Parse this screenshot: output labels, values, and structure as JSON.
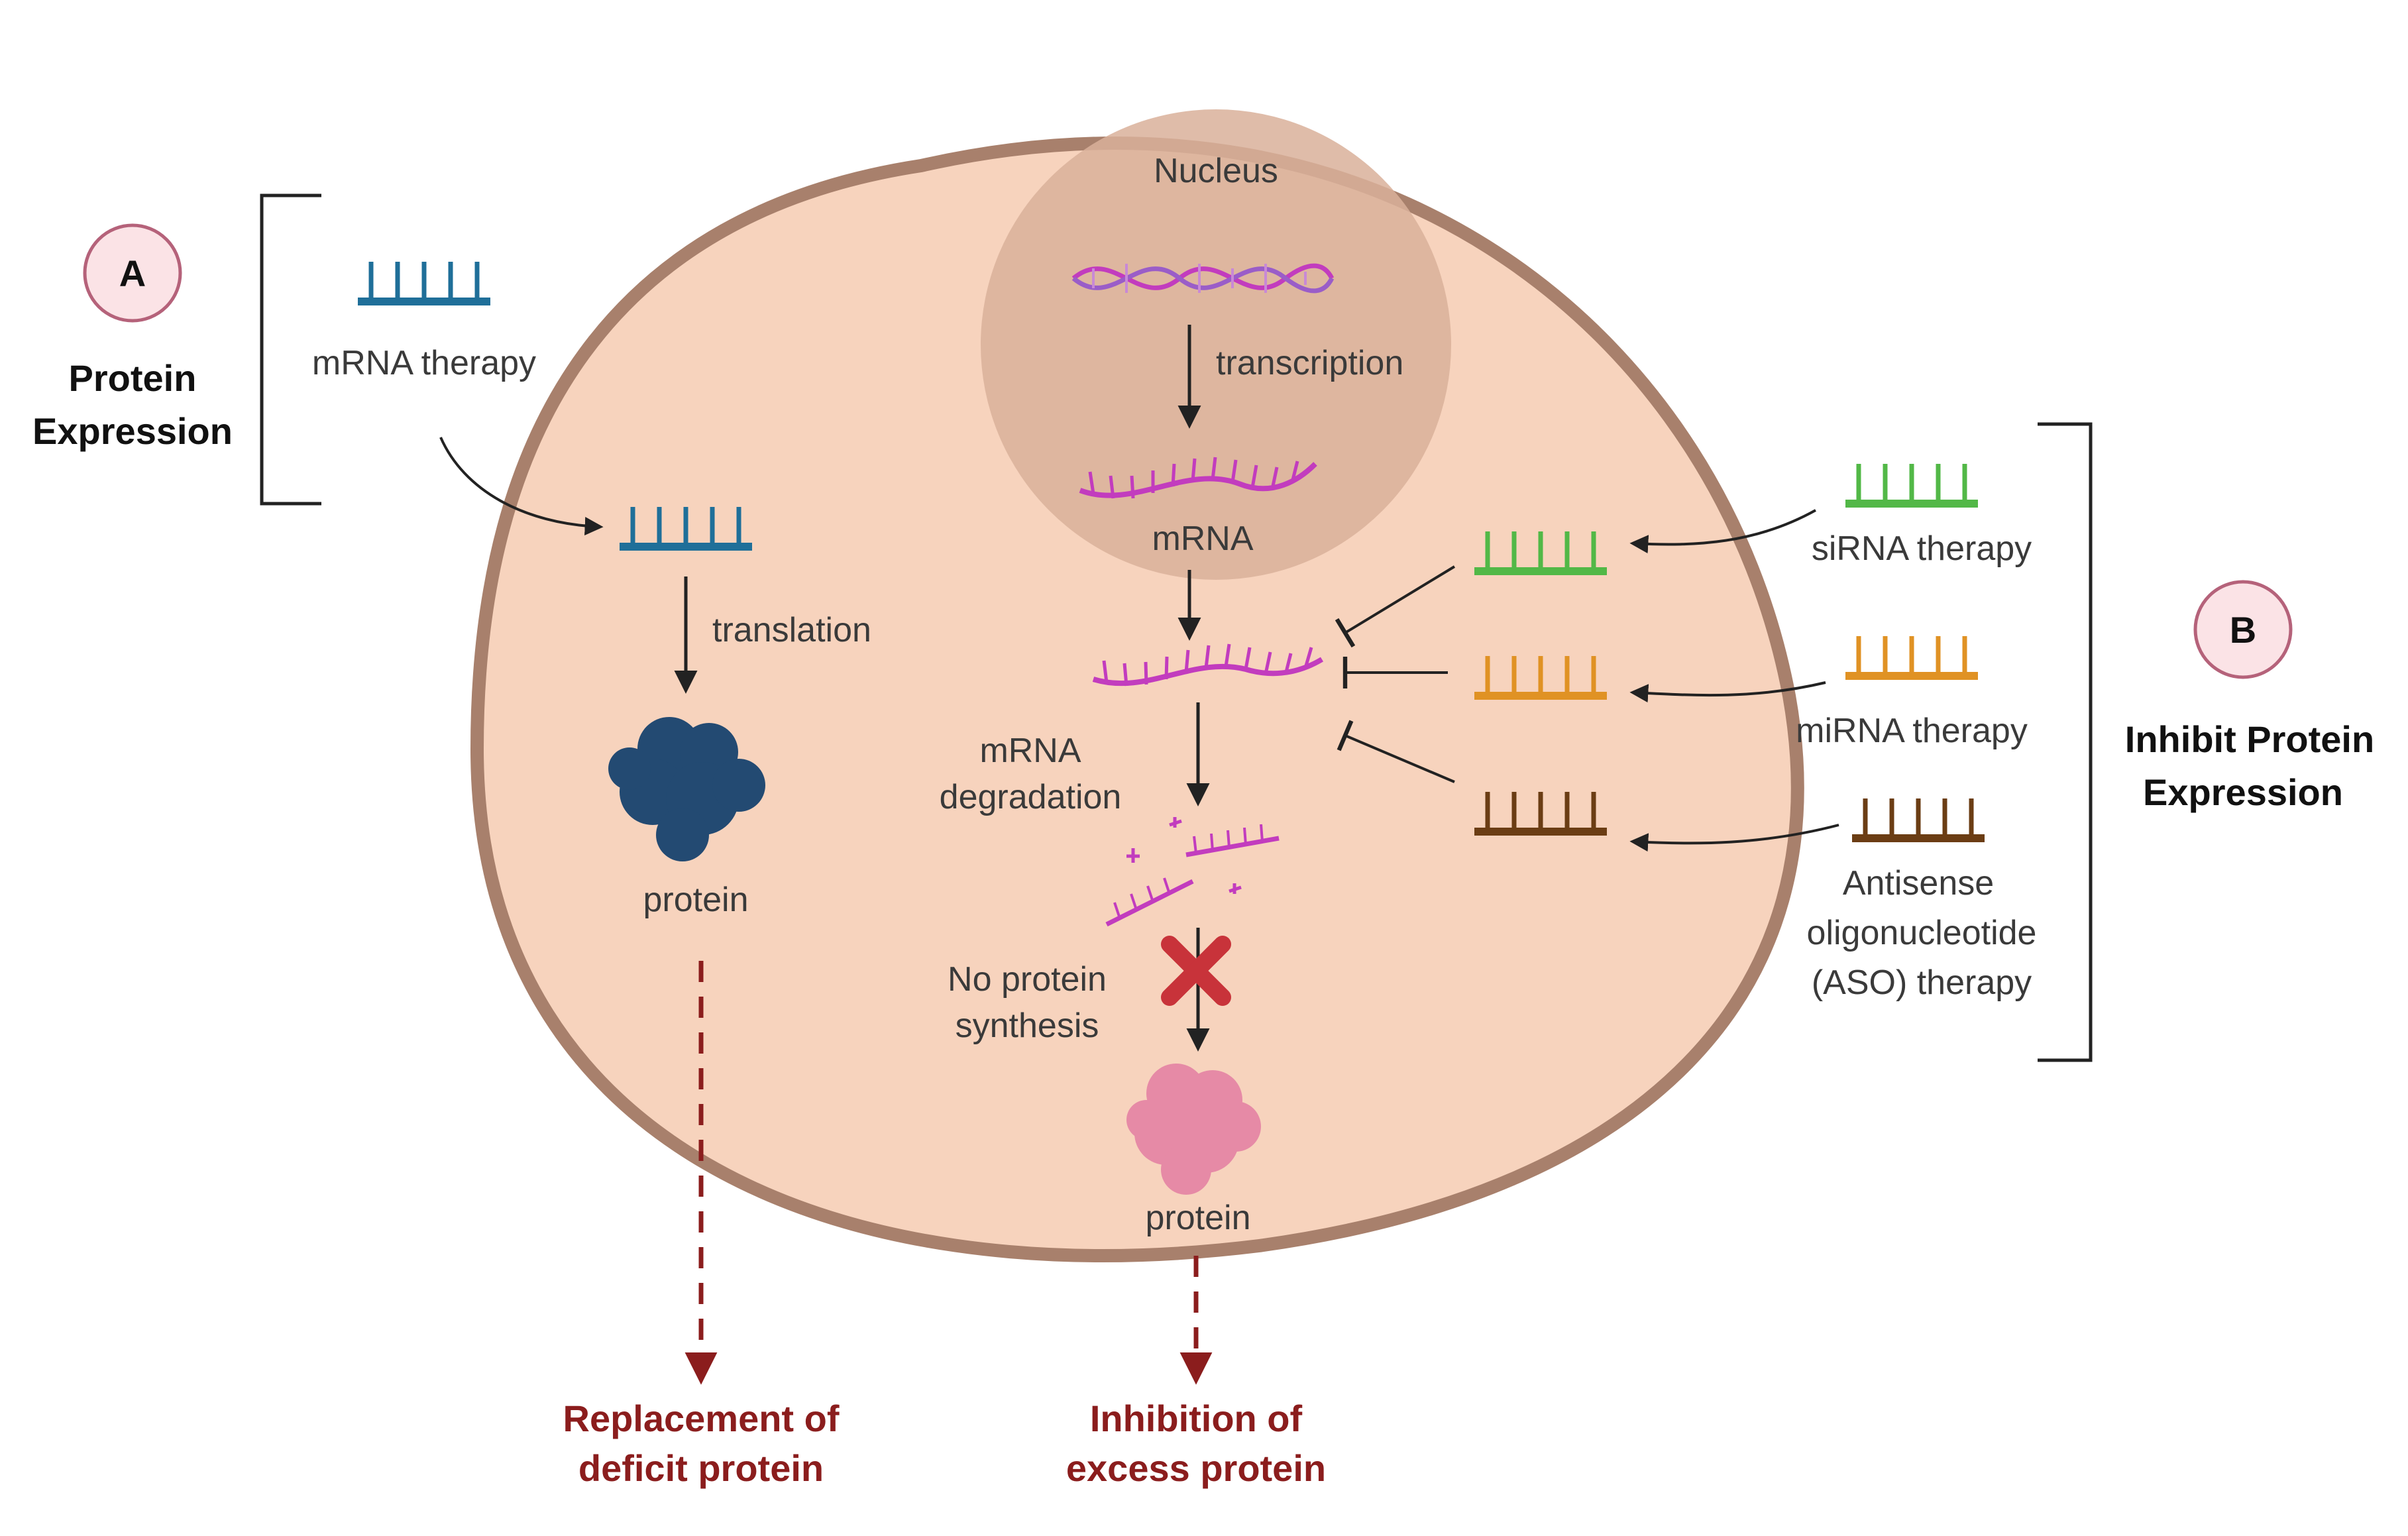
{
  "sectionA": {
    "badge": "A",
    "heading_line1": "Protein",
    "heading_line2": "Expression",
    "therapy_label": "mRNA therapy",
    "step_label": "translation",
    "protein_label": "protein",
    "outcome_line1": "Replacement of",
    "outcome_line2": "deficit protein"
  },
  "nucleus": {
    "title": "Nucleus",
    "step_label": "transcription",
    "mrna_label": "mRNA"
  },
  "pathway": {
    "degradation_line1": "mRNA",
    "degradation_line2": "degradation",
    "no_synthesis_line1": "No protein",
    "no_synthesis_line2": "synthesis",
    "protein_label": "protein",
    "outcome_line1": "Inhibition of",
    "outcome_line2": "excess protein"
  },
  "sectionB": {
    "badge": "B",
    "heading_line1": "Inhibit Protein",
    "heading_line2": "Expression",
    "sirna_label": "siRNA therapy",
    "mirna_label": "miRNA therapy",
    "aso_line1": "Antisense",
    "aso_line2": "oligonucleotide",
    "aso_line3": "(ASO) therapy"
  },
  "colors": {
    "cell_fill": "#f7d3bd",
    "cell_border": "#a8806c",
    "nucleus_fill": "#d9b09a",
    "mrna_therapy": "#1f6f99",
    "strand_magenta": "#c23cbe",
    "sirna": "#52b847",
    "mirna": "#e09224",
    "aso": "#6b3d14",
    "outcome_red": "#8b1d1d",
    "protein_dark": "#234a72",
    "protein_pink": "#e68aa6"
  }
}
